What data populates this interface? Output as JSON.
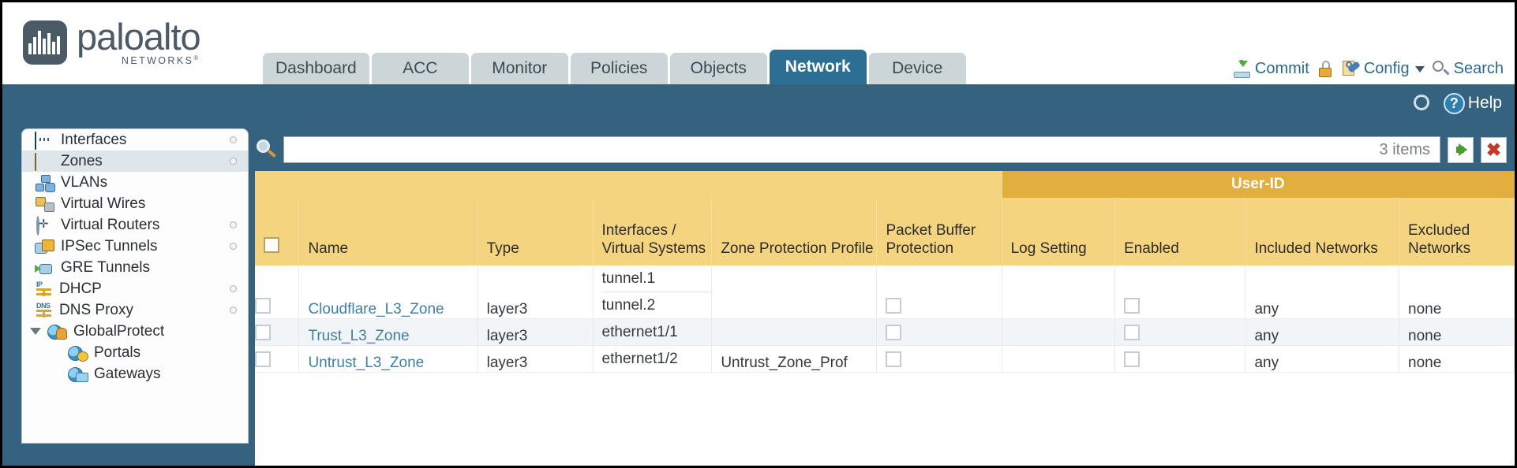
{
  "brand": {
    "name": "paloalto",
    "tagline": "NETWORKS",
    "registered": "®"
  },
  "nav": {
    "tabs": [
      {
        "label": "Dashboard",
        "active": false
      },
      {
        "label": "ACC",
        "active": false
      },
      {
        "label": "Monitor",
        "active": false
      },
      {
        "label": "Policies",
        "active": false
      },
      {
        "label": "Objects",
        "active": false
      },
      {
        "label": "Network",
        "active": true
      },
      {
        "label": "Device",
        "active": false
      }
    ]
  },
  "toolbar": {
    "commit_label": "Commit",
    "commit_icon": "commit-download-icon",
    "lock_icon": "padlock-icon",
    "config_label": "Config",
    "config_icon": "config-wrench-icon",
    "config_caret": "chevron-down-icon",
    "search_label": "Search",
    "search_icon": "search-icon"
  },
  "subbar": {
    "refresh_icon": "refresh-icon",
    "help_label": "Help",
    "help_icon": "help-question-icon"
  },
  "sidebar": {
    "items": [
      {
        "label": "Interfaces",
        "icon": "interfaces-icon",
        "selected": false,
        "dot": true,
        "level": 0
      },
      {
        "label": "Zones",
        "icon": "zones-icon",
        "selected": true,
        "dot": true,
        "level": 0
      },
      {
        "label": "VLANs",
        "icon": "vlans-icon",
        "selected": false,
        "dot": false,
        "level": 0
      },
      {
        "label": "Virtual Wires",
        "icon": "virtual-wires-icon",
        "selected": false,
        "dot": false,
        "level": 0
      },
      {
        "label": "Virtual Routers",
        "icon": "virtual-routers-icon",
        "selected": false,
        "dot": true,
        "level": 0
      },
      {
        "label": "IPSec Tunnels",
        "icon": "ipsec-tunnels-icon",
        "selected": false,
        "dot": true,
        "level": 0
      },
      {
        "label": "GRE Tunnels",
        "icon": "gre-tunnels-icon",
        "selected": false,
        "dot": false,
        "level": 0
      },
      {
        "label": "DHCP",
        "icon": "dhcp-icon",
        "selected": false,
        "dot": true,
        "level": 0
      },
      {
        "label": "DNS Proxy",
        "icon": "dns-proxy-icon",
        "selected": false,
        "dot": true,
        "level": 0
      },
      {
        "label": "GlobalProtect",
        "icon": "globalprotect-icon",
        "selected": false,
        "dot": false,
        "level": 0,
        "expander": "triangle-down"
      },
      {
        "label": "Portals",
        "icon": "portals-icon",
        "selected": false,
        "dot": false,
        "level": 1
      },
      {
        "label": "Gateways",
        "icon": "gateways-icon",
        "selected": false,
        "dot": false,
        "level": 1
      }
    ]
  },
  "filter": {
    "search_icon": "search-icon",
    "value": "",
    "placeholder": "",
    "item_count": "3 items",
    "apply_icon": "green-arrow-apply-icon",
    "clear_icon": "red-x-clear-icon"
  },
  "table": {
    "group_header": {
      "label": "User-ID",
      "color": "#e2ae3e"
    },
    "columns": [
      "Name",
      "Type",
      "Interfaces / Virtual Systems",
      "Zone Protection Profile",
      "Packet Buffer Protection",
      "Log Setting",
      "Enabled",
      "Included Networks",
      "Excluded Networks"
    ],
    "rows": [
      {
        "selected": false,
        "name": "Cloudflare_L3_Zone",
        "type": "layer3",
        "interfaces": [
          "tunnel.1",
          "tunnel.2"
        ],
        "zone_protection_profile": "",
        "packet_buffer_protection": false,
        "log_setting": "",
        "userid_enabled": false,
        "included_networks": "any",
        "excluded_networks": "none"
      },
      {
        "selected": false,
        "name": "Trust_L3_Zone",
        "type": "layer3",
        "interfaces": [
          "ethernet1/1"
        ],
        "zone_protection_profile": "",
        "packet_buffer_protection": false,
        "log_setting": "",
        "userid_enabled": false,
        "included_networks": "any",
        "excluded_networks": "none"
      },
      {
        "selected": false,
        "name": "Untrust_L3_Zone",
        "type": "layer3",
        "interfaces": [
          "ethernet1/2"
        ],
        "zone_protection_profile": "Untrust_Zone_Prof",
        "packet_buffer_protection": false,
        "log_setting": "",
        "userid_enabled": false,
        "included_networks": "any",
        "excluded_networks": "none"
      }
    ]
  },
  "colors": {
    "header_blue": "#35627f",
    "active_tab": "#2d6e95",
    "table_header": "#f5d480",
    "group_header": "#e2ae3e",
    "link": "#3f7fa0"
  }
}
